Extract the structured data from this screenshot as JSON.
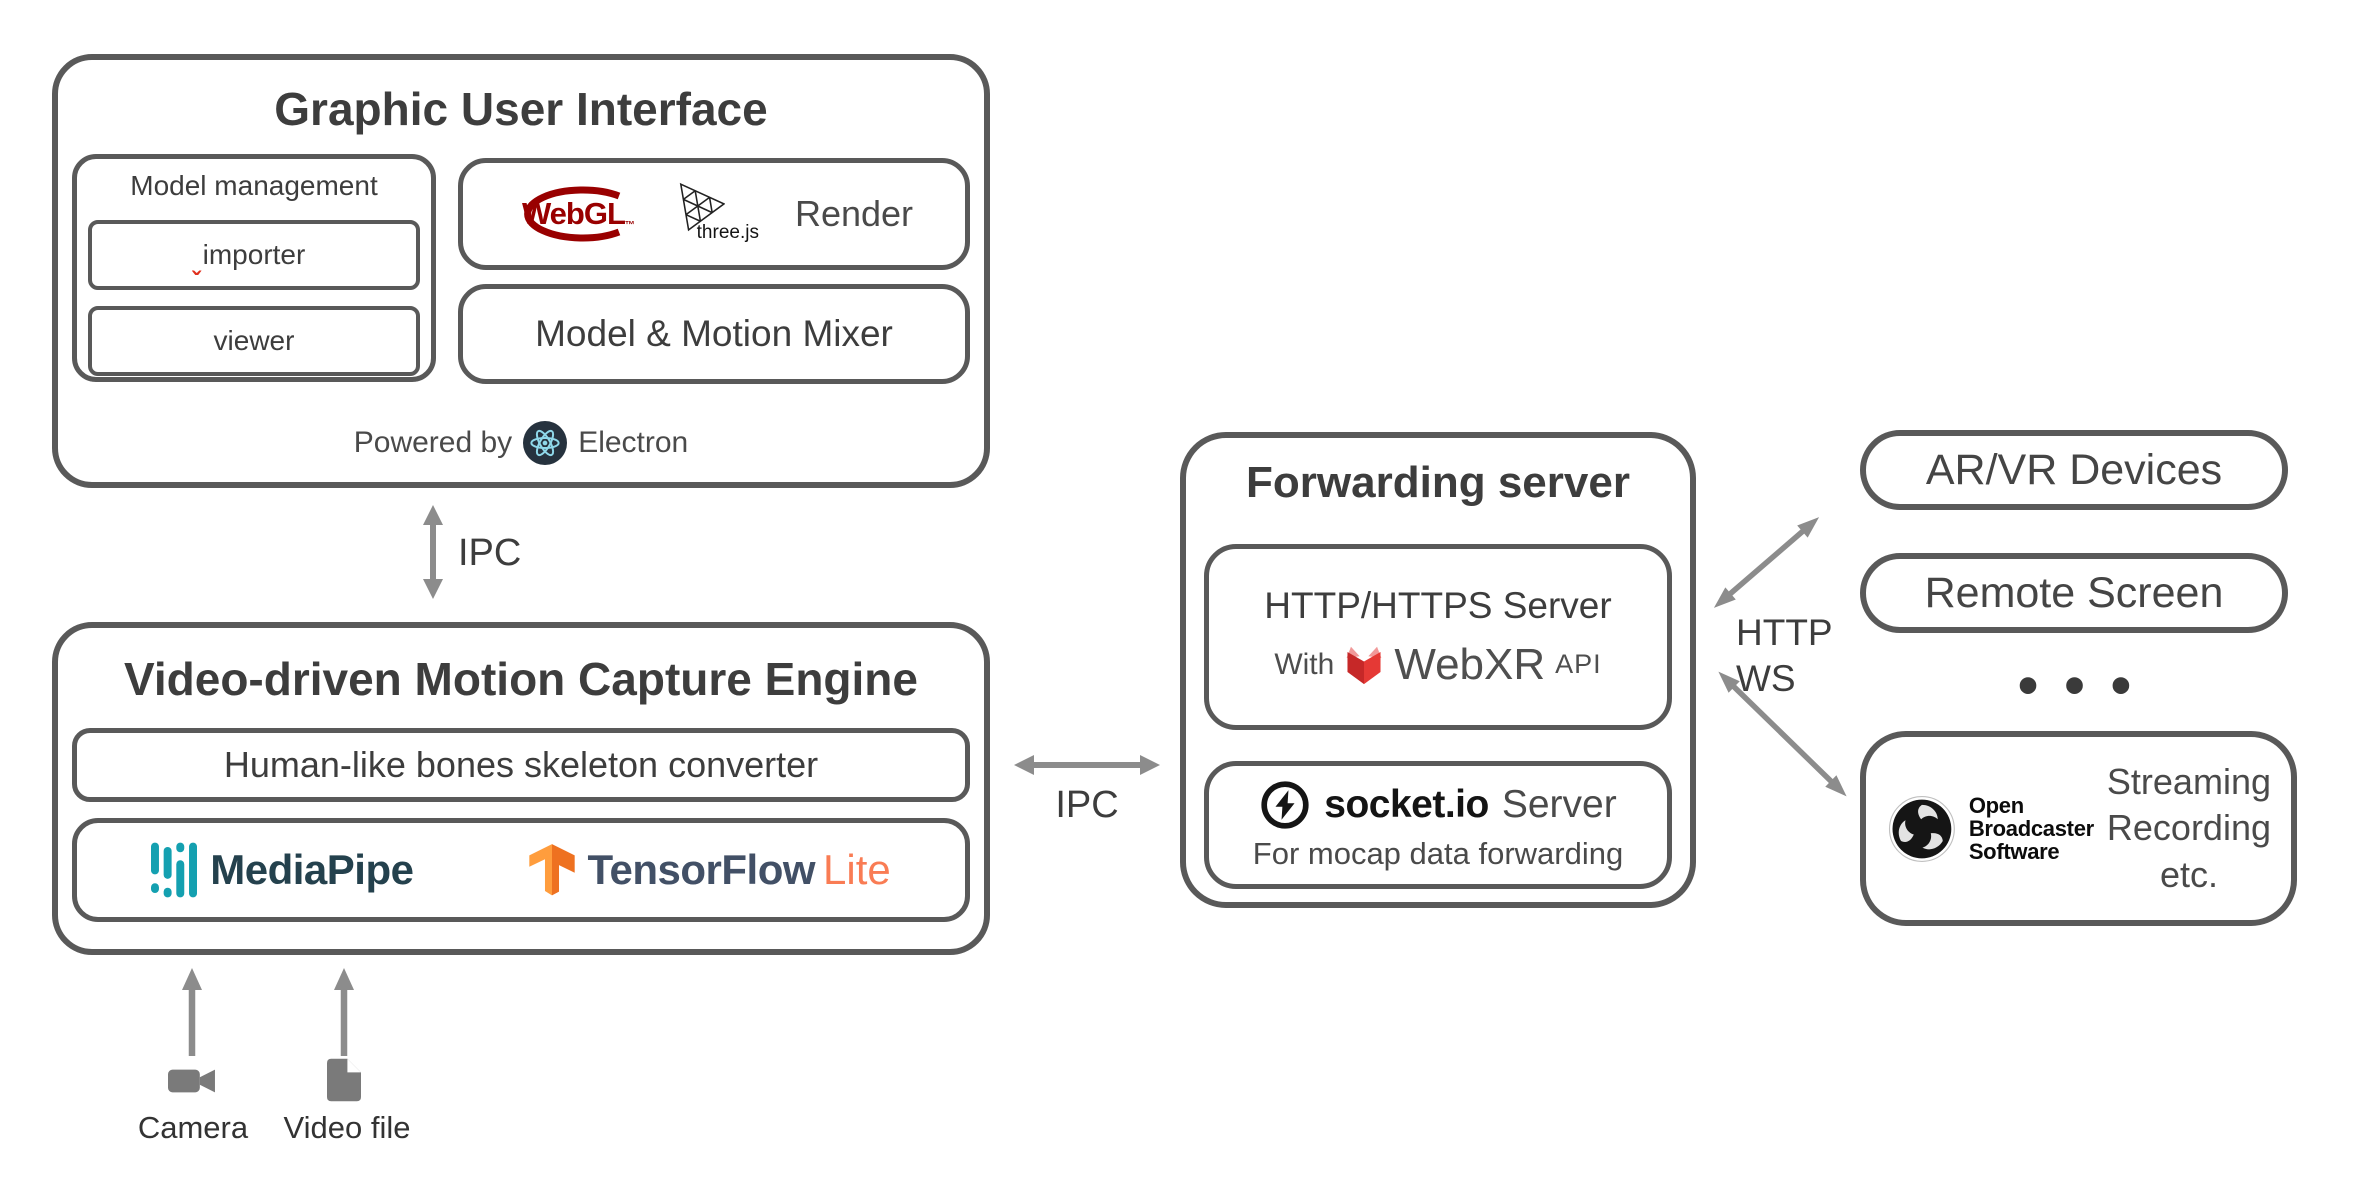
{
  "gui": {
    "title": "Graphic User Interface",
    "model_management": {
      "title": "Model management",
      "importer": "importer",
      "importer_spell_mark": "ˇ",
      "viewer": "viewer"
    },
    "render_box": {
      "webgl": "WebGL",
      "webgl_tm": "™",
      "threejs": "three.js",
      "label": "Render"
    },
    "mixer_label": "Model & Motion Mixer",
    "powered_by": "Powered by",
    "electron_label": "Electron"
  },
  "engine": {
    "title": "Video-driven Motion Capture Engine",
    "converter_label": "Human-like bones skeleton converter",
    "mediapipe_label": "MediaPipe",
    "tensorflow_label": "TensorFlow",
    "tensorflow_lite_label": "Lite"
  },
  "sources": {
    "camera_label": "Camera",
    "video_file_label": "Video file"
  },
  "links": {
    "ipc_vertical": "IPC",
    "ipc_horizontal": "IPC",
    "http_label": "HTTP",
    "ws_label": "WS"
  },
  "forwarding_server": {
    "title": "Forwarding server",
    "http_server": {
      "title": "HTTP/HTTPS Server",
      "with_label": "With",
      "webxr_label": "WebXR",
      "api_label": "API"
    },
    "socket_server": {
      "brand": "socket.io",
      "server_label": "Server",
      "caption": "For mocap data forwarding"
    }
  },
  "clients": {
    "arvr_label": "AR/VR Devices",
    "remote_label": "Remote Screen",
    "ellipsis": "• • •",
    "obs": {
      "brand_line1": "Open",
      "brand_line2": "Broadcaster",
      "brand_line3": "Software",
      "caption_line1": "Streaming",
      "caption_line2": "Recording",
      "caption_line3": "etc."
    }
  },
  "icons": {
    "webgl-logo": "red ellipse WebGL wordmark",
    "threejs-logo": "wireframe triangle",
    "electron-logo": "dark circle with teal atom",
    "mediapipe-logo": "teal bars and dots",
    "tensorflow-logo": "orange isometric T",
    "socketio-logo": "circle with lightning bolt",
    "webxr-logo": "red butterfly mark",
    "obs-logo": "black disc with three swirl blades",
    "camera-icon": "gray video camera",
    "video-file-icon": "gray document with folded corner",
    "arrow": "gray double-headed connector"
  },
  "colors": {
    "box_border": "#595959",
    "text": "#3d3d3d",
    "arrow": "#8c8c8c",
    "webgl_red": "#990000",
    "webxr_red": "#d93025",
    "mediapipe_teal": "#14a0b0",
    "mediapipe_text": "#24414d",
    "tensorflow_orange_light": "#ff9d3d",
    "tensorflow_orange_dark": "#ee7120",
    "tensorflow_text": "#425066",
    "tensorflow_lite": "#f97c54",
    "electron_bg": "#26323e",
    "electron_atom": "#8fd8ea",
    "spellcheck_red": "#e0301e"
  }
}
